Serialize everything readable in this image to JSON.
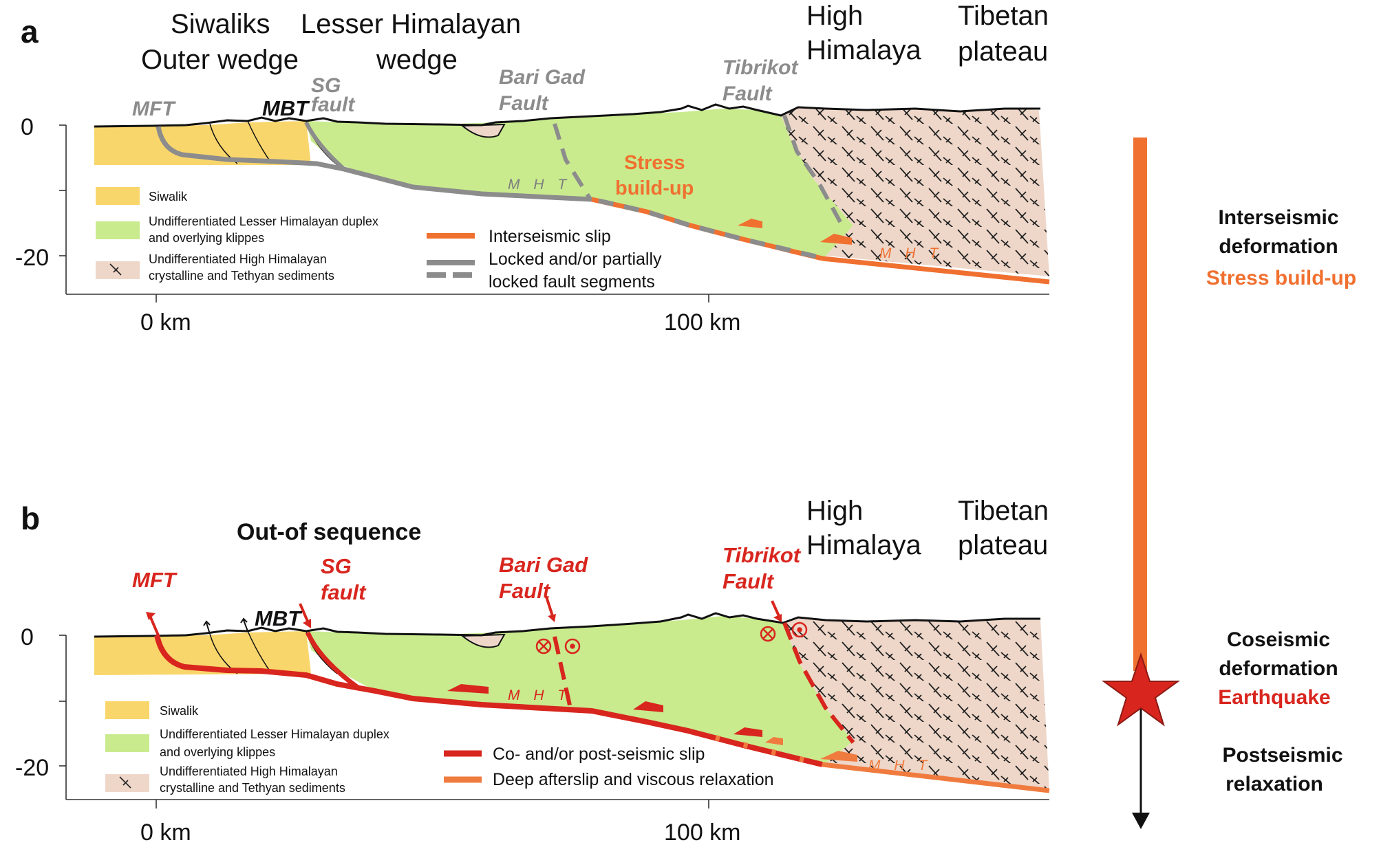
{
  "panel_a": {
    "letter": "a",
    "regions": {
      "siwaliks_line1": "Siwaliks",
      "siwaliks_line2": "Outer wedge",
      "lesser_line1": "Lesser Himalayan",
      "lesser_line2": "wedge",
      "high_line1": "High",
      "high_line2": "Himalaya",
      "tibet_line1": "Tibetan",
      "tibet_line2": "plateau"
    },
    "faults": {
      "mft": "MFT",
      "mbt": "MBT",
      "sg_line1": "SG",
      "sg_line2": "fault",
      "barigad_line1": "Bari Gad",
      "barigad_line2": "Fault",
      "tibrikot_line1": "Tibrikot",
      "tibrikot_line2": "Fault",
      "mht": "M H T",
      "mht_deep": "M H T"
    },
    "stress_line1": "Stress",
    "stress_line2": "build-up",
    "axis": {
      "y0": "0",
      "y20": "-20",
      "x0": "0 km",
      "x100": "100 km"
    },
    "legend_units": [
      "Siwalik",
      "Undifferentiated Lesser Himalayan duplex",
      "and overlying  klippes",
      "Undifferentiated High Himalayan",
      "crystalline and Tethyan sediments"
    ],
    "legend_lines": [
      "Interseismic slip",
      "Locked and/or partially",
      "locked fault segments"
    ]
  },
  "panel_b": {
    "letter": "b",
    "title": "Out-of sequence",
    "regions": {
      "high_line1": "High",
      "high_line2": "Himalaya",
      "tibet_line1": "Tibetan",
      "tibet_line2": "plateau"
    },
    "faults": {
      "mft": "MFT",
      "mbt": "MBT",
      "sg_line1": "SG",
      "sg_line2": "fault",
      "barigad_line1": "Bari Gad",
      "barigad_line2": "Fault",
      "tibrikot_line1": "Tibrikot",
      "tibrikot_line2": "Fault",
      "mht": "M H T",
      "mht_deep": "M H T"
    },
    "axis": {
      "y0": "0",
      "y20": "-20",
      "x0": "0 km",
      "x100": "100 km"
    },
    "legend_units": [
      "Siwalik",
      "Undifferentiated Lesser Himalayan duplex",
      "and overlying  klippes",
      "Undifferentiated High Himalayan",
      "crystalline and Tethyan sediments"
    ],
    "legend_lines": [
      "Co- and/or post-seismic slip",
      "Deep afterslip and viscous relaxation"
    ]
  },
  "timeline": {
    "interseismic_line1": "Interseismic",
    "interseismic_line2": "deformation",
    "interseismic_line3": "Stress build-up",
    "coseismic_line1": "Coseismic",
    "coseismic_line2": "deformation",
    "coseismic_line3": "Earthquake",
    "postseismic_line1": "Postseismic",
    "postseismic_line2": "relaxation"
  },
  "colors": {
    "siwalik": "#f9d66b",
    "lesser_himalayan": "#c9eb8e",
    "high_himalayan": "#eed7c9",
    "locked_fault": "#8c8c8c",
    "interseismic_slip": "#f07030",
    "coseismic_slip": "#d8261e",
    "afterslip": "#f07b3f"
  }
}
